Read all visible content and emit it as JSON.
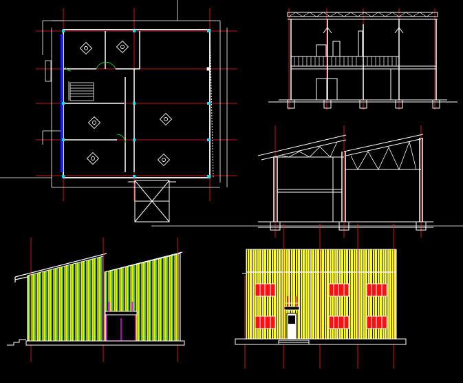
{
  "colors": {
    "background": "#000000",
    "line": "#ffffff",
    "axis": "#ff2020",
    "door": "#20c020",
    "window": "#00e0ff",
    "glass": "#2020ff",
    "facade_green_a": "#3fbf3f",
    "facade_green_b": "#d8f000",
    "facade_yellow": "#ffff20",
    "window_fill": "#ff1010",
    "door_fill": "#ff00ff",
    "base": "#000000"
  },
  "views": [
    {
      "id": "floor-plan",
      "kind": "plan"
    },
    {
      "id": "longitudinal-section",
      "kind": "section"
    },
    {
      "id": "cross-section",
      "kind": "section"
    },
    {
      "id": "side-elevation",
      "kind": "elevation"
    },
    {
      "id": "front-elevation",
      "kind": "elevation"
    }
  ]
}
